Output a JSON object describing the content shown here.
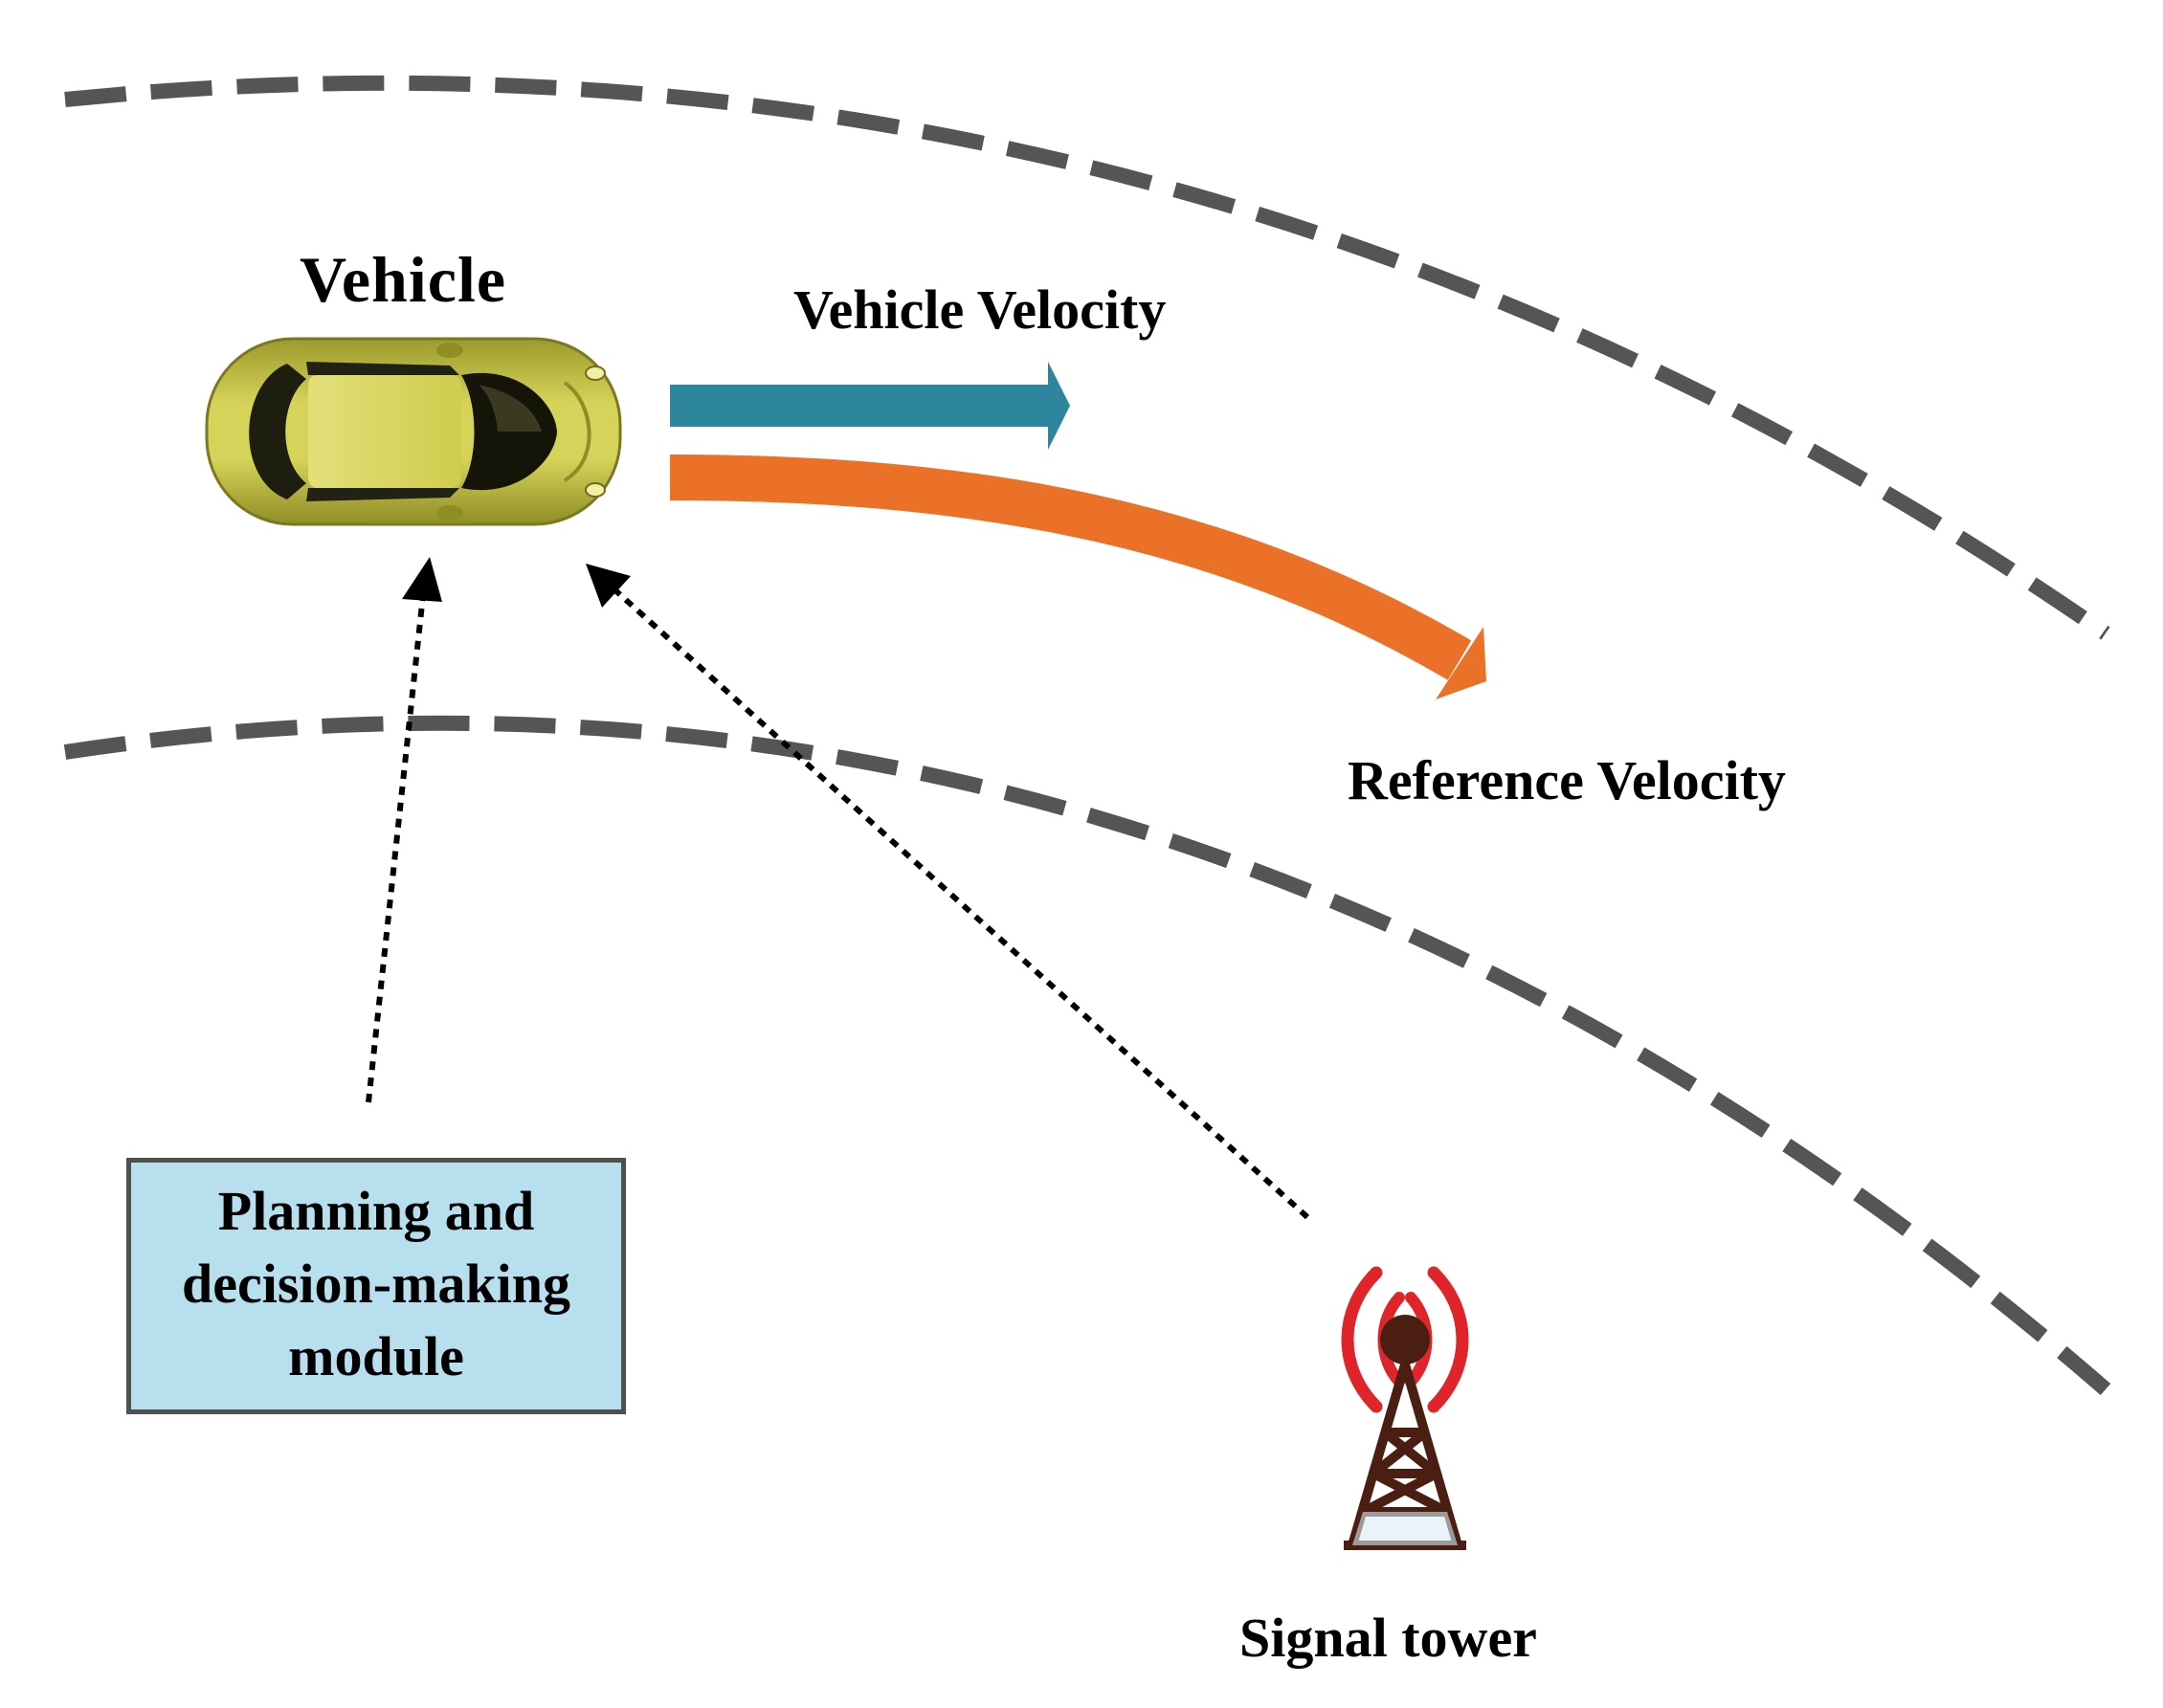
{
  "labels": {
    "vehicle": "Vehicle",
    "vehicle_velocity": "Vehicle Velocity",
    "reference_velocity": "Reference Velocity",
    "signal_tower": "Signal tower",
    "planning_module": "Planning and\ndecision-making\nmodule"
  },
  "colors": {
    "road_edge": "#555555",
    "vehicle_velocity_arrow": "#2e869e",
    "reference_velocity_arrow": "#ec7128",
    "planning_box_fill": "#b7dfee",
    "planning_box_border": "#505050",
    "car_body": "#c8c448",
    "tower_signal_waves": "#e0252a",
    "tower_structure": "#4a1f12"
  },
  "icons": {
    "vehicle": "car-top-view-icon",
    "signal_tower": "signal-tower-icon"
  }
}
